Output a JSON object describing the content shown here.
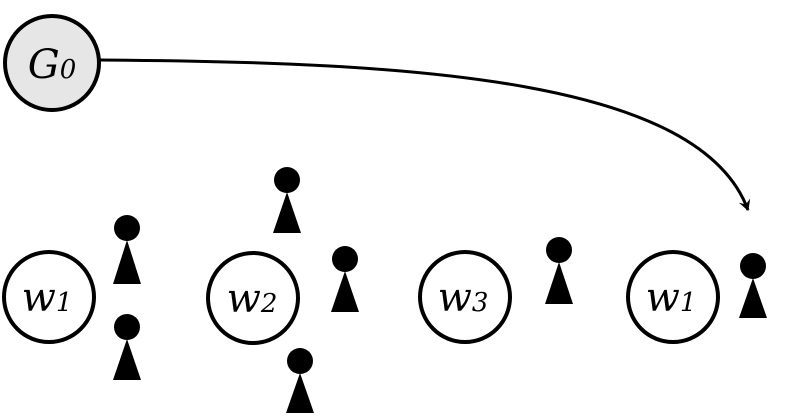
{
  "colors": {
    "root_fill": "#e6e6e6",
    "node_fill": "#ffffff",
    "stroke": "#000000"
  },
  "root": {
    "letter": "G",
    "subscript": "0"
  },
  "nodes": [
    {
      "letter": "w",
      "subscript": "1"
    },
    {
      "letter": "w",
      "subscript": "2"
    },
    {
      "letter": "w",
      "subscript": "3"
    },
    {
      "letter": "w",
      "subscript": "1"
    }
  ]
}
